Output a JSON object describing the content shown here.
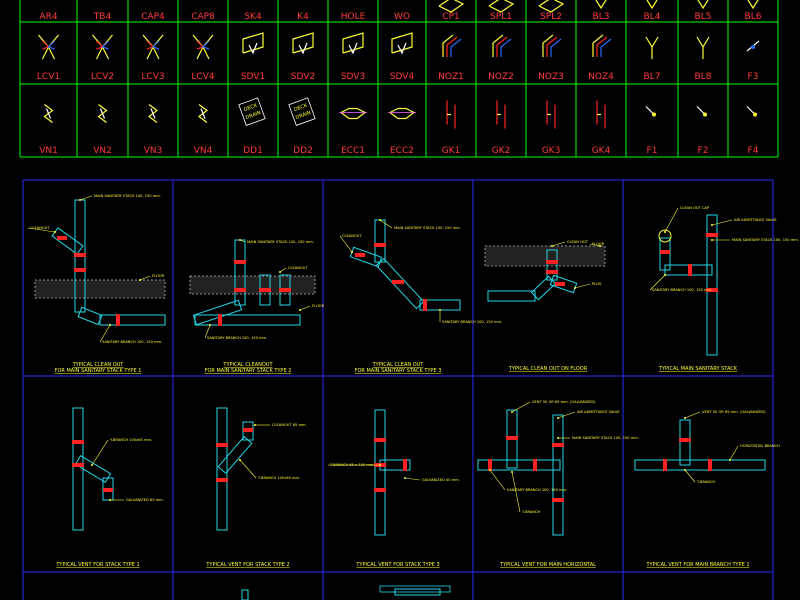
{
  "colors": {
    "background": "#000000",
    "grid_lines": "#00ff00",
    "frame_lines": "#2a2aff",
    "labels": "#ff3b3b",
    "captions": "#ffff33",
    "pipe": "#22d8e8",
    "joint": "#ff2222",
    "slab": "#bbbbbb"
  },
  "legend_labels": {
    "row1": [
      "AR4",
      "TB4",
      "CAP4",
      "CAP8",
      "SK4",
      "K4",
      "HOLE",
      "WO",
      "CP1",
      "SPL1",
      "SPL2",
      "BL3",
      "BL4",
      "BL5",
      "BL6"
    ],
    "row2": [
      "LCV1",
      "LCV2",
      "LCV3",
      "LCV4",
      "SDV1",
      "SDV2",
      "SDV3",
      "SDV4",
      "NOZ1",
      "NOZ2",
      "NOZ3",
      "NOZ4",
      "BL7",
      "BL8",
      "F3"
    ],
    "row3": [
      "VN1",
      "VN2",
      "VN3",
      "VN4",
      "DD1",
      "DD2",
      "ECC1",
      "ECC2",
      "GK1",
      "GK2",
      "GK3",
      "GK4",
      "F1",
      "F2",
      "F4"
    ]
  },
  "deck_drain_text": [
    "DECK",
    "DRAIN"
  ],
  "detail_captions": {
    "row1": [
      [
        "TYPICAL CLEAN OUT",
        "FOR MAIN SANITARY STACK TYPE 1"
      ],
      [
        "TYPICAL CLEANOUT",
        "FOR MAIN SANITARY STACK TYPE 2"
      ],
      [
        "TYPICAL CLEAN OUT",
        "FOR MAIN SANITARY STACK TYPE 3"
      ],
      [
        "TYPICAL CLEAN OUT ON FLOOR"
      ],
      [
        "TYPICAL MAIN SANITARY STACK"
      ]
    ],
    "row2": [
      [
        "TYPICAL VENT FOR STACK TYPE 1"
      ],
      [
        "TYPICAL VENT FOR STACK TYPE 2"
      ],
      [
        "TYPICAL VENT FOR STACK TYPE 3"
      ],
      [
        "TYPICAL VENT FOR MAIN HORIZONTAL"
      ],
      [
        "TYPICAL VENT FOR MAIN BRANCH TYPE 1"
      ]
    ]
  },
  "annotations": {
    "main_stack": "MAIN SANITARY STACK 100, 150 mm.",
    "main_stack_short": "MAIN SANITARY STACK 100, 150 mm.",
    "cleanout": "CLEANOUT",
    "floor": "FLOOR",
    "sanitary_branch": "SANITARY BRANCH 100, 150 mm.",
    "clean_out": "CLEAN OUT",
    "plug": "PLUG",
    "cleanout_cap": "CLEAN OUT CAP",
    "sanitary_branch_stack": "SANITARY BRANCH 100, 150 mm.",
    "vent_maintenance": "AIR ADMITTANCE VALVE",
    "y_branch": "Y-BRANCH 100x65 mm.",
    "galvanized": "GALVANIZED 65 mm.",
    "cleanout_65": "CLEANOUT 65 mm.",
    "t_branch": "T-BRANCH 100x65 mm.",
    "t_branch_2": "T-BRANCH 65 x 100 mm.",
    "galvanized_40": "GALVANIZED 40 mm.",
    "vent_spec": "VENT 50 OR 65 mm. (GALVANIZED)",
    "t_branch_plain": "T-BRANCH",
    "horizontal_branch": "HORIZONTAL BRANCH"
  }
}
